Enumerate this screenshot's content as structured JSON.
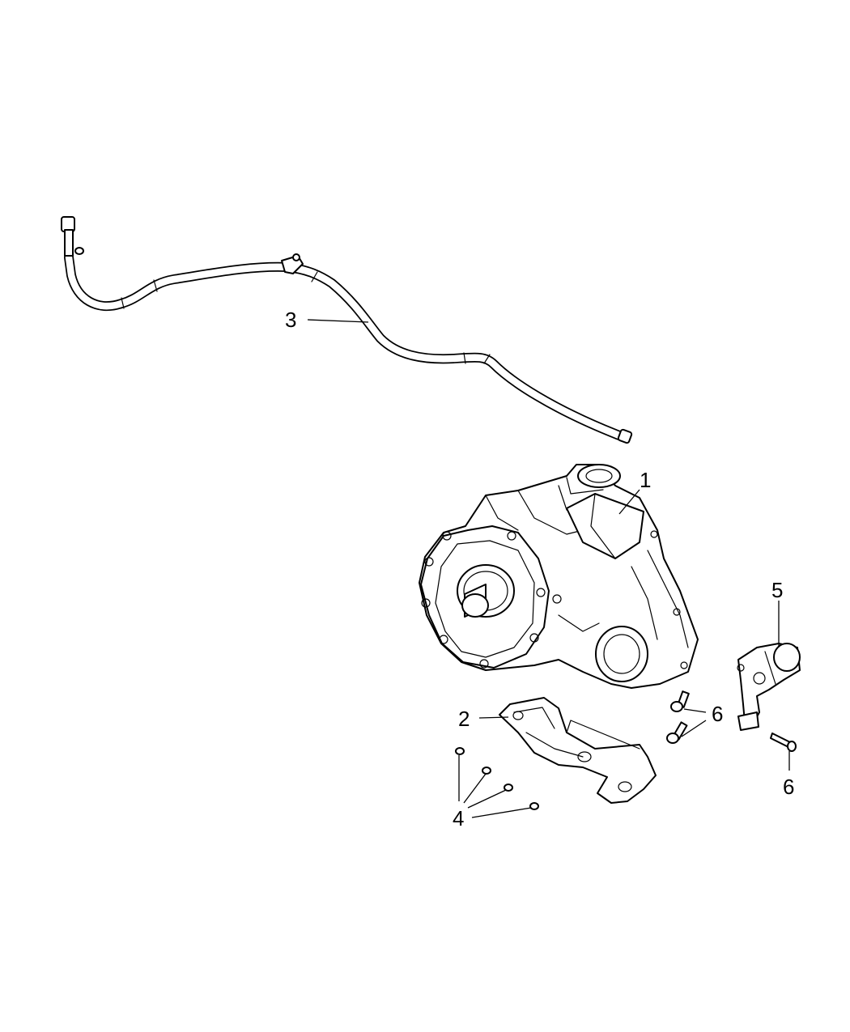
{
  "diagram": {
    "callouts": [
      {
        "id": "1",
        "label": "1",
        "part": "transfer-case"
      },
      {
        "id": "2",
        "label": "2",
        "part": "mount-bracket"
      },
      {
        "id": "3",
        "label": "3",
        "part": "vent-hose"
      },
      {
        "id": "4",
        "label": "4",
        "part": "nut"
      },
      {
        "id": "5",
        "label": "5",
        "part": "actuator-motor"
      },
      {
        "id": "6a",
        "label": "6",
        "part": "bolt"
      },
      {
        "id": "6b",
        "label": "6",
        "part": "bolt"
      }
    ]
  }
}
